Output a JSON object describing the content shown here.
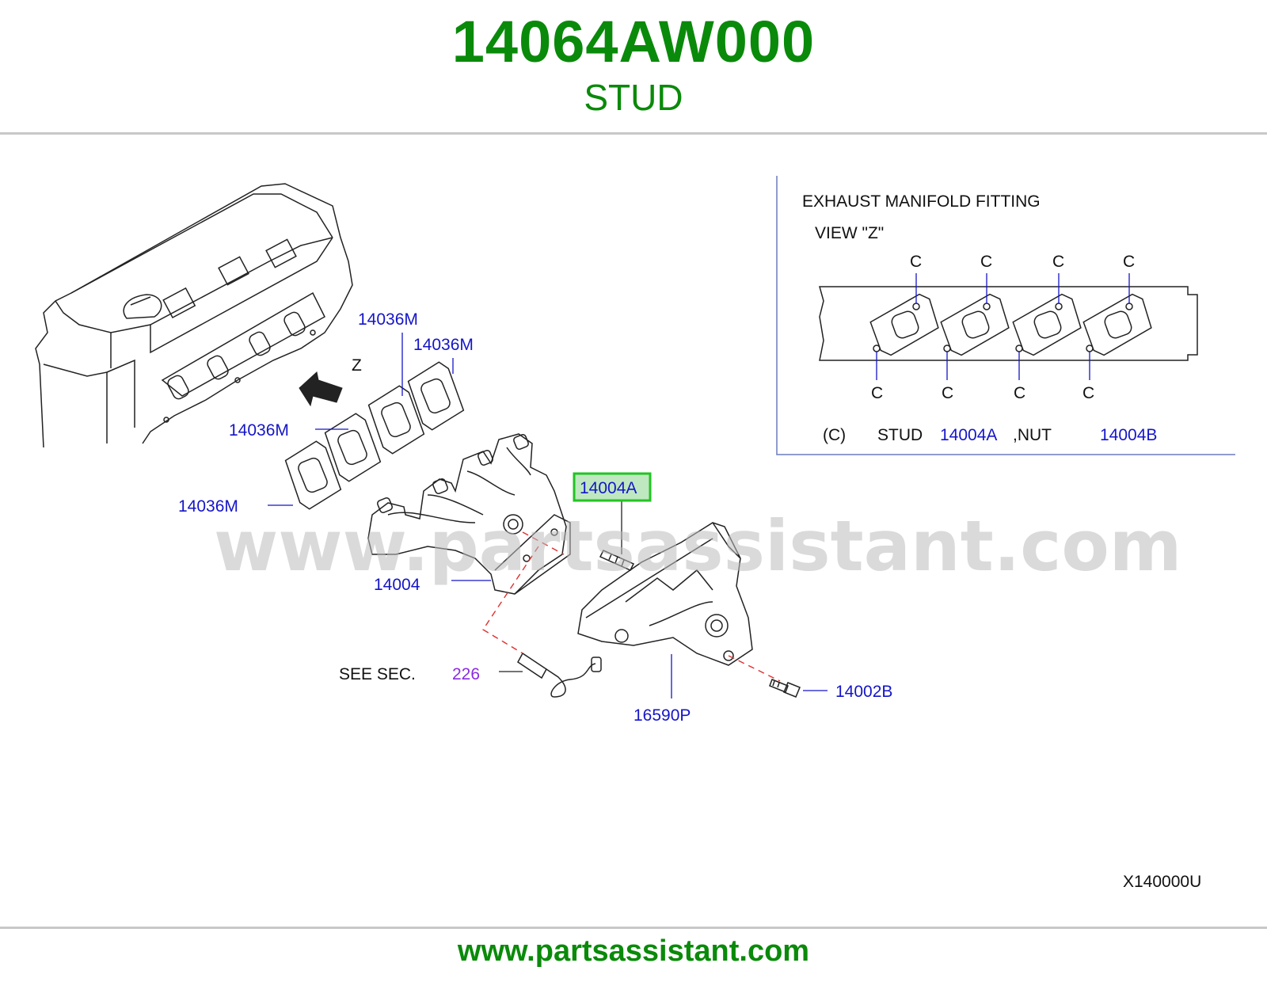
{
  "header": {
    "part_number": "14064AW000",
    "part_name": "STUD"
  },
  "diagram": {
    "labels": {
      "gasket_1": "14036M",
      "gasket_2": "14036M",
      "gasket_3": "14036M",
      "gasket_4": "14036M",
      "view_arrow": "Z",
      "stud_highlighted": "14004A",
      "manifold": "14004",
      "heat_shield": "16590P",
      "bolt": "14002B",
      "see_sec_prefix": "SEE   SEC.",
      "see_sec_number": "226",
      "diagram_code": "X140000U"
    },
    "inset": {
      "title": "EXHAUST  MANIFOLD  FITTING",
      "view": "VIEW    \"Z\"",
      "top_markers": [
        "C",
        "C",
        "C",
        "C"
      ],
      "bottom_markers": [
        "C",
        "C",
        "C",
        "C"
      ],
      "legend_code": "(C)",
      "legend_stud": "STUD",
      "legend_stud_part": "14004A",
      "legend_nut": ",NUT",
      "legend_nut_part": "14004B"
    },
    "watermark": "www.partsassistant.com",
    "highlight_color": "#22c322"
  },
  "footer": {
    "url": "www.partsassistant.com"
  }
}
